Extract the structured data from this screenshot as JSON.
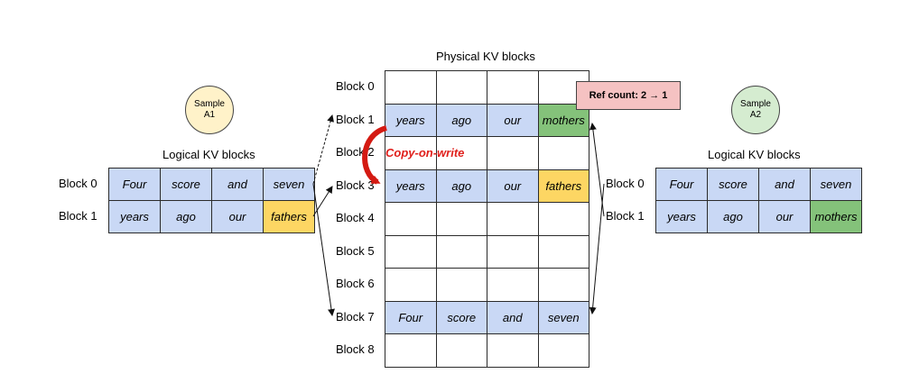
{
  "physical": {
    "title": "Physical KV blocks",
    "rows": [
      {
        "label": "Block 0",
        "cells": [
          {
            "text": "",
            "color": "white"
          },
          {
            "text": "",
            "color": "white"
          },
          {
            "text": "",
            "color": "white"
          },
          {
            "text": "",
            "color": "white"
          }
        ]
      },
      {
        "label": "Block 1",
        "cells": [
          {
            "text": "years",
            "color": "blue"
          },
          {
            "text": "ago",
            "color": "blue"
          },
          {
            "text": "our",
            "color": "blue"
          },
          {
            "text": "mothers",
            "color": "green"
          }
        ]
      },
      {
        "label": "Block 2",
        "cells": [
          {
            "text": "",
            "color": "white"
          },
          {
            "text": "",
            "color": "white"
          },
          {
            "text": "",
            "color": "white"
          },
          {
            "text": "",
            "color": "white"
          }
        ]
      },
      {
        "label": "Block 3",
        "cells": [
          {
            "text": "years",
            "color": "blue"
          },
          {
            "text": "ago",
            "color": "blue"
          },
          {
            "text": "our",
            "color": "blue"
          },
          {
            "text": "fathers",
            "color": "yellow"
          }
        ]
      },
      {
        "label": "Block 4",
        "cells": [
          {
            "text": "",
            "color": "white"
          },
          {
            "text": "",
            "color": "white"
          },
          {
            "text": "",
            "color": "white"
          },
          {
            "text": "",
            "color": "white"
          }
        ]
      },
      {
        "label": "Block 5",
        "cells": [
          {
            "text": "",
            "color": "white"
          },
          {
            "text": "",
            "color": "white"
          },
          {
            "text": "",
            "color": "white"
          },
          {
            "text": "",
            "color": "white"
          }
        ]
      },
      {
        "label": "Block 6",
        "cells": [
          {
            "text": "",
            "color": "white"
          },
          {
            "text": "",
            "color": "white"
          },
          {
            "text": "",
            "color": "white"
          },
          {
            "text": "",
            "color": "white"
          }
        ]
      },
      {
        "label": "Block 7",
        "cells": [
          {
            "text": "Four",
            "color": "blue"
          },
          {
            "text": "score",
            "color": "blue"
          },
          {
            "text": "and",
            "color": "blue"
          },
          {
            "text": "seven",
            "color": "blue"
          }
        ]
      },
      {
        "label": "Block 8",
        "cells": [
          {
            "text": "",
            "color": "white"
          },
          {
            "text": "",
            "color": "white"
          },
          {
            "text": "",
            "color": "white"
          },
          {
            "text": "",
            "color": "white"
          }
        ]
      }
    ],
    "copy_on_write": "Copy-on-write",
    "ref_count": "Ref count: 2 → 1"
  },
  "sample_a1": {
    "label_line1": "Sample",
    "label_line2": "A1",
    "title": "Logical KV blocks",
    "rows": [
      {
        "label": "Block 0",
        "cells": [
          {
            "text": "Four",
            "color": "blue"
          },
          {
            "text": "score",
            "color": "blue"
          },
          {
            "text": "and",
            "color": "blue"
          },
          {
            "text": "seven",
            "color": "blue"
          }
        ]
      },
      {
        "label": "Block 1",
        "cells": [
          {
            "text": "years",
            "color": "blue"
          },
          {
            "text": "ago",
            "color": "blue"
          },
          {
            "text": "our",
            "color": "blue"
          },
          {
            "text": "fathers",
            "color": "yellow"
          }
        ]
      }
    ]
  },
  "sample_a2": {
    "label_line1": "Sample",
    "label_line2": "A2",
    "title": "Logical KV blocks",
    "rows": [
      {
        "label": "Block 0",
        "cells": [
          {
            "text": "Four",
            "color": "blue"
          },
          {
            "text": "score",
            "color": "blue"
          },
          {
            "text": "and",
            "color": "blue"
          },
          {
            "text": "seven",
            "color": "blue"
          }
        ]
      },
      {
        "label": "Block 1",
        "cells": [
          {
            "text": "years",
            "color": "blue"
          },
          {
            "text": "ago",
            "color": "blue"
          },
          {
            "text": "our",
            "color": "blue"
          },
          {
            "text": "mothers",
            "color": "green"
          }
        ]
      }
    ]
  },
  "colors": {
    "blue": "#c9d8f5",
    "yellow": "#fdd663",
    "green": "#84c27a",
    "red": "#e0201c",
    "a1_circle": "#fff2c9",
    "a2_circle": "#d5ecd0",
    "ref_box": "#f5c2c2"
  }
}
